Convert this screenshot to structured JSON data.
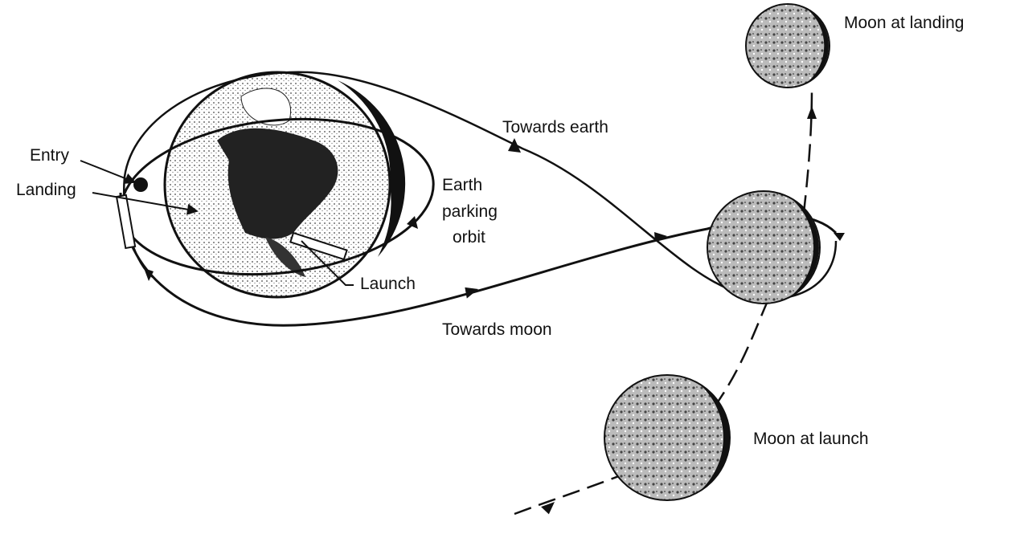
{
  "labels": {
    "moon_at_landing": "Moon at landing",
    "towards_earth": "Towards earth",
    "entry": "Entry",
    "landing": "Landing",
    "earth_parking_orbit": [
      "Earth",
      "parking",
      "orbit"
    ],
    "launch": "Launch",
    "towards_moon": "Towards moon",
    "moon_at_launch": "Moon at launch"
  }
}
